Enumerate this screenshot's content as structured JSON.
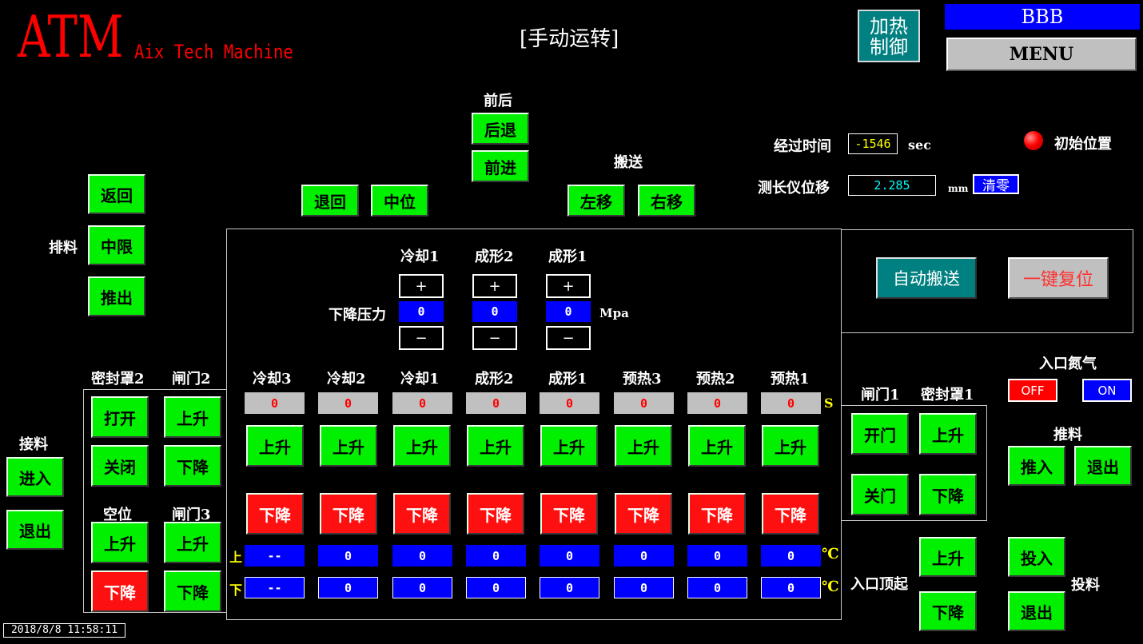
{
  "header": {
    "logo": "ATM",
    "brand_subtitle": "Aix Tech Machine",
    "screen_title": "[手动运转]",
    "heating_control": "加热\n制御",
    "user": "BBB",
    "menu": "MENU"
  },
  "status": {
    "elapsed_label": "经过时间",
    "elapsed_value": "-1546",
    "elapsed_unit": "sec",
    "displacement_label": "测长仪位移",
    "displacement_value": "2.285",
    "displacement_unit": "mm",
    "clear": "清零",
    "initial_position": "初始位置"
  },
  "front_back": {
    "label": "前后",
    "retreat": "后退",
    "advance": "前进"
  },
  "carry": {
    "label": "搬送",
    "left": "左移",
    "right": "右移"
  },
  "mid_controls": {
    "return": "退回",
    "middle": "中位"
  },
  "discharge": {
    "label": "排料",
    "return": "返回",
    "mid_limit": "中限",
    "push_out": "推出"
  },
  "auto": {
    "auto_carry": "自动搬送",
    "one_key_reset": "一键复位"
  },
  "pressure": {
    "label": "下降压力",
    "unit": "Mpa",
    "plus": "+",
    "minus": "−",
    "columns": [
      {
        "name": "冷却1",
        "value": "0"
      },
      {
        "name": "成形2",
        "value": "0"
      },
      {
        "name": "成形1",
        "value": "0"
      }
    ]
  },
  "stations": {
    "time_unit": "S",
    "up_label": "上",
    "down_label": "下",
    "temp_unit": "℃",
    "raise": "上升",
    "lower": "下降",
    "columns": [
      {
        "name": "冷却3",
        "time": "0",
        "temp_up": "--",
        "temp_down": "--"
      },
      {
        "name": "冷却2",
        "time": "0",
        "temp_up": "0",
        "temp_down": "0"
      },
      {
        "name": "冷却1",
        "time": "0",
        "temp_up": "0",
        "temp_down": "0"
      },
      {
        "name": "成形2",
        "time": "0",
        "temp_up": "0",
        "temp_down": "0"
      },
      {
        "name": "成形1",
        "time": "0",
        "temp_up": "0",
        "temp_down": "0"
      },
      {
        "name": "预热3",
        "time": "0",
        "temp_up": "0",
        "temp_down": "0"
      },
      {
        "name": "预热2",
        "time": "0",
        "temp_up": "0",
        "temp_down": "0"
      },
      {
        "name": "预热1",
        "time": "0",
        "temp_up": "0",
        "temp_down": "0"
      }
    ]
  },
  "left_panel": {
    "seal2": "密封罩2",
    "gate2": "闸门2",
    "open": "打开",
    "close": "关闭",
    "raise": "上升",
    "lower": "下降",
    "empty": "空位",
    "gate3": "闸门3"
  },
  "receive": {
    "label": "接料",
    "enter": "进入",
    "exit": "退出"
  },
  "right_panel": {
    "gate1": "闸门1",
    "seal1": "密封罩1",
    "open_door": "开门",
    "close_door": "关门",
    "raise": "上升",
    "lower": "下降"
  },
  "nitrogen": {
    "label": "入口氮气",
    "off": "OFF",
    "on": "ON"
  },
  "push": {
    "label": "推料",
    "push_in": "推入",
    "exit": "退出"
  },
  "entry_lift": {
    "label": "入口顶起",
    "raise": "上升",
    "lower": "下降"
  },
  "feed": {
    "label": "投料",
    "put_in": "投入",
    "exit": "退出"
  },
  "footer": {
    "datetime": "2018/8/8 11:58:11"
  }
}
